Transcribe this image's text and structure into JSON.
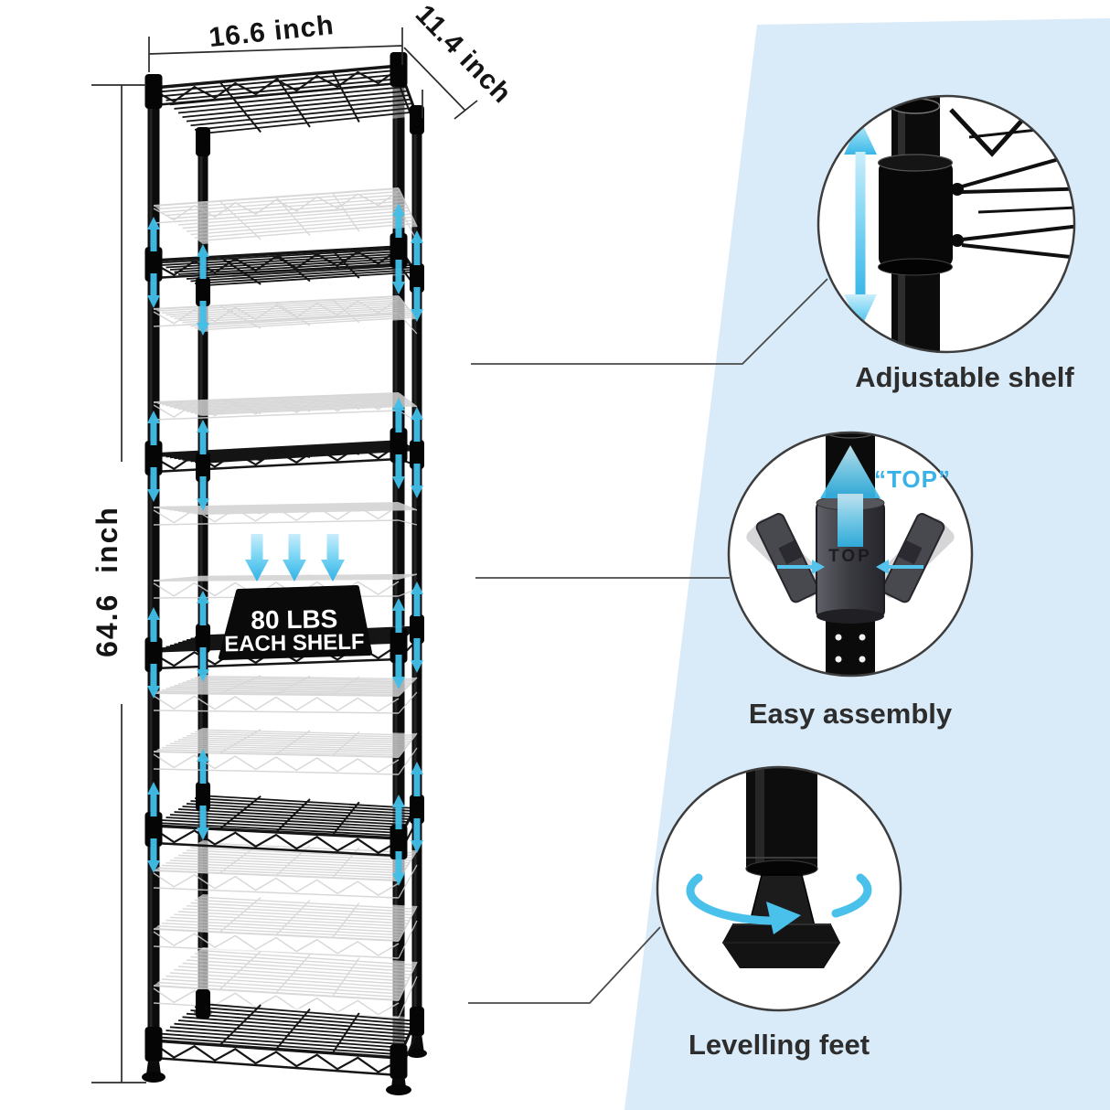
{
  "dimensions": {
    "width": "16.6 inch",
    "depth": "11.4 inch",
    "height": "64.6  inch"
  },
  "badge": {
    "line1": "80 LBS",
    "line2": "EACH SHELF"
  },
  "features": [
    {
      "id": "adjustable-shelf",
      "label": "Adjustable shelf"
    },
    {
      "id": "easy-assembly",
      "label": "Easy assembly",
      "callout": "“TOP”",
      "sleeve_text": "TOP"
    },
    {
      "id": "levelling-feet",
      "label": "Levelling feet"
    }
  ],
  "colors": {
    "panel": "#d9eaf8",
    "arrow": "#41c0ea",
    "callout_text": "#38b2e8",
    "label_text": "#2d2d2d"
  }
}
